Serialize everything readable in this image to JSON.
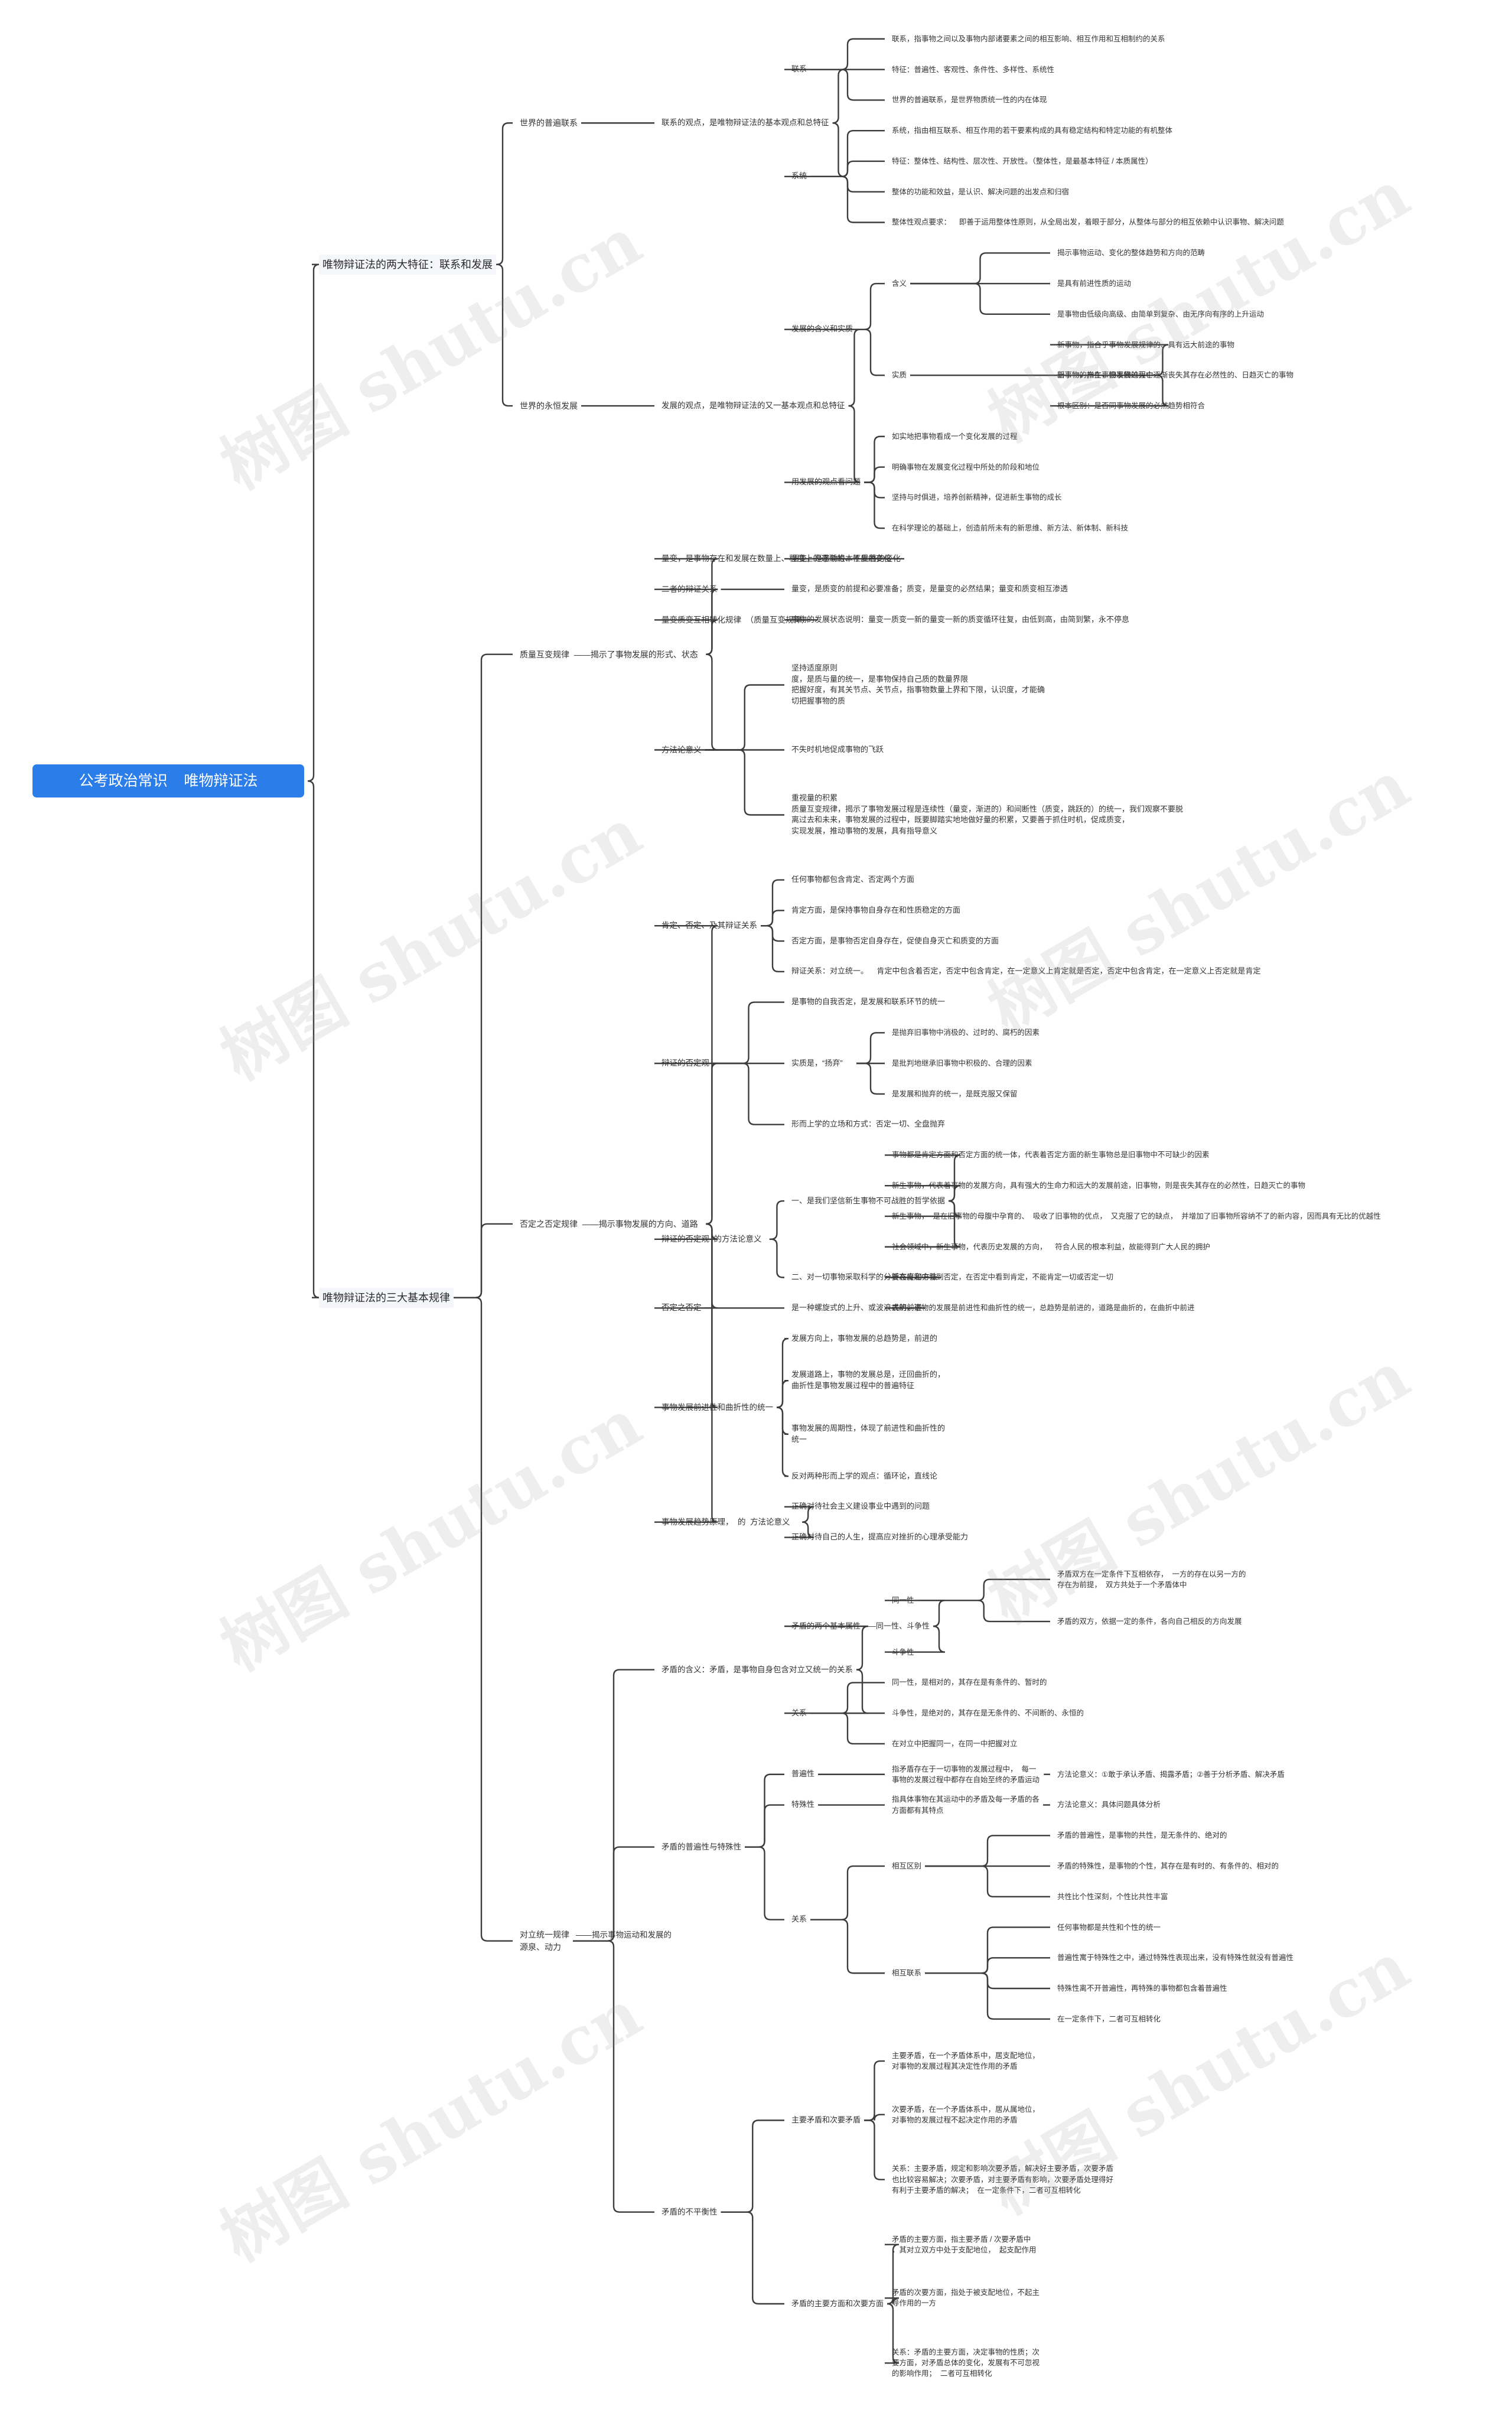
{
  "root": {
    "text": "公考政治常识    唯物辩证法",
    "children": [
      {
        "text": "唯物辩证法的两大特征：联系和发展",
        "children": [
          {
            "text": "世界的普遍联系",
            "children": [
              {
                "text": "联系的观点，是唯物辩证法的基本观点和总特征",
                "children": [
                  {
                    "text": "联系",
                    "children": [
                      {
                        "text": "联系，指事物之间以及事物内部诸要素之间的相互影响、相互作用和互相制约的关系"
                      },
                      {
                        "text": "特征：普遍性、客观性、条件性、多样性、系统性"
                      },
                      {
                        "text": "世界的普遍联系，是世界物质统一性的内在体现"
                      }
                    ]
                  },
                  {
                    "text": "系统",
                    "children": [
                      {
                        "text": "系统，指由相互联系、相互作用的若干要素构成的具有稳定结构和特定功能的有机整体"
                      },
                      {
                        "text": "特征：整体性、结构性、层次性、开放性。（整体性，是最基本特征 / 本质属性）"
                      },
                      {
                        "text": "整体的功能和效益，是认识、解决问题的出发点和归宿"
                      },
                      {
                        "text": "整体性观点要求：    即善于运用整体性原则，从全局出发，着眼于部分，从整体与部分的相互依赖中认识事物、解决问题"
                      }
                    ]
                  }
                ]
              }
            ]
          },
          {
            "text": "世界的永恒发展",
            "children": [
              {
                "text": "发展的观点，是唯物辩证法的又一基本观点和总特征",
                "children": [
                  {
                    "text": "发展的含义和实质",
                    "children": [
                      {
                        "text": "含义",
                        "children": [
                          {
                            "text": "揭示事物运动、变化的整体趋势和方向的范畴"
                          },
                          {
                            "text": "是具有前进性质的运动"
                          },
                          {
                            "text": "是事物由低级向高级、由简单到复杂、由无序向有序的上升运动"
                          }
                        ]
                      },
                      {
                        "text": "实质",
                        "children": [
                          {
                            "text": "新事物的产生，旧事物的灭亡",
                            "children": [
                              {
                                "text": "新事物，指合乎事物发展规律的、具有远大前途的事物"
                              },
                              {
                                "text": "旧事物，指在事物发展过程中逐渐丧失其存在必然性的、日趋灭亡的事物"
                              },
                              {
                                "text": "根本区别：是否同事物发展的必然趋势相符合"
                              }
                            ]
                          }
                        ]
                      }
                    ]
                  },
                  {
                    "text": "用发展的观点看问题",
                    "children": [
                      {
                        "text": "如实地把事物看成一个变化发展的过程"
                      },
                      {
                        "text": "明确事物在发展变化过程中所处的阶段和地位"
                      },
                      {
                        "text": "坚持与时俱进，培养创新精神，促进新生事物的成长"
                      },
                      {
                        "text": "在科学理论的基础上，创造前所未有的新思维、新方法、新体制、新科技"
                      }
                    ]
                  }
                ]
              }
            ]
          }
        ]
      },
      {
        "text": "唯物辩证法的三大基本规律",
        "children": [
          {
            "text": "质量互变规律  ——揭示了事物发展的形式、状态",
            "children": [
              {
                "text": "量变，是事物存在和发展在数量上、程度上的逐渐的、不显著的变化",
                "children": [
                  {
                    "text": "质变，是事物根本性质的变化"
                  }
                ]
              },
              {
                "text": "二者的辩证关系",
                "children": [
                  {
                    "text": "量变，是质变的前提和必要准备；质变，是量变的必然结果；量变和质变相互渗透"
                  }
                ]
              },
              {
                "text": "量变质变互相转化规律  （质量互变规律）",
                "children": [
                  {
                    "text": "事物的发展状态说明：量变一质变一新的量变一新的质变循环往复，由低到高，由简到繁，永不停息"
                  }
                ]
              },
              {
                "text": "方法论意义",
                "children": [
                  {
                    "text": "坚持适度原则\n度，是质与量的统一，是事物保持自己质的数量界限\n把握好度，有其关节点、关节点，指事物数量上界和下限，认识度，才能确\n切把握事物的质"
                  },
                  {
                    "text": "不失时机地促成事物的飞跃"
                  },
                  {
                    "text": "重视量的积累\n质量互变规律，揭示了事物发展过程是连续性（量变，渐进的）和间断性（质变，跳跃的）的统一，我们观察不要脱\n离过去和未来，事物发展的过程中，既要脚踏实地地做好量的积累，又要善于抓住时机，促成质变，\n实现发展，推动事物的发展，具有指导意义"
                  }
                ]
              }
            ]
          },
          {
            "text": "否定之否定规律  ——揭示事物发展的方向、道路",
            "children": [
              {
                "text": "肯定、否定、及其辩证关系",
                "children": [
                  {
                    "text": "任何事物都包含肯定、否定两个方面"
                  },
                  {
                    "text": "肯定方面，是保持事物自身存在和性质稳定的方面"
                  },
                  {
                    "text": "否定方面，是事物否定自身存在，促使自身灭亡和质变的方面"
                  },
                  {
                    "text": "辩证关系：对立统一。    肯定中包含着否定，否定中包含肯定，在一定意义上肯定就是否定，否定中包含肯定，在一定意义上否定就是肯定"
                  }
                ]
              },
              {
                "text": "辩证的否定观",
                "children": [
                  {
                    "text": "是事物的自我否定，是发展和联系环节的统一"
                  },
                  {
                    "text": "实质是，“扬弃”",
                    "children": [
                      {
                        "text": "是抛弃旧事物中消极的、过时的、腐朽的因素"
                      },
                      {
                        "text": "是批判地继承旧事物中积极的、合理的因素"
                      },
                      {
                        "text": "是发展和抛弃的统一，是既克服又保留"
                      }
                    ]
                  },
                  {
                    "text": "形而上学的立场和方式：否定一切、全盘抛弃"
                  }
                ]
              },
              {
                "text": "辩证的否定观  的方法论意义",
                "children": [
                  {
                    "text": "一、是我们坚信新生事物不可战胜的哲学依据",
                    "children": [
                      {
                        "text": "事物都是肯定方面和否定方面的统一体，代表着否定方面的新生事物总是旧事物中不可缺少的因素"
                      },
                      {
                        "text": "新生事物，代表着事物的发展方向，具有强大的生命力和远大的发展前途，旧事物，则是丧失其存在的必然性，日趋灭亡的事物"
                      },
                      {
                        "text": "新生事物，  是在旧事物的母腹中孕育的、  吸收了旧事物的优点，  又克服了它的缺点，  并增加了旧事物所容纳不了的新内容，因而具有无比的优越性"
                      },
                      {
                        "text": "社会领域中，新生事物，代表历史发展的方向，    符合人民的根本利益，故能得到广大人民的拥护"
                      }
                    ]
                  },
                  {
                    "text": "二、对一切事物采取科学的分析态度和方法",
                    "children": [
                      {
                        "text": "要在肯定中看到否定，在否定中看到肯定，不能肯定一切或否定一切"
                      }
                    ]
                  }
                ]
              },
              {
                "text": "否定之否定",
                "children": [
                  {
                    "text": "是一种螺旋式的上升、或波浪式的前进",
                    "children": [
                      {
                        "text": "表明，事物的发展是前进性和曲折性的统一，总趋势是前进的，道路是曲折的，在曲折中前进"
                      }
                    ]
                  }
                ]
              },
              {
                "text": "事物发展前进性和曲折性的统一",
                "children": [
                  {
                    "text": "发展方向上，事物发展的总趋势是，前进的"
                  },
                  {
                    "text": "发展道路上，事物的发展总是，迂回曲折的，\n曲折性是事物发展过程中的普遍特征"
                  },
                  {
                    "text": "事物发展的周期性，体现了前进性和曲折性的\n统一"
                  },
                  {
                    "text": "反对两种形而上学的观点：循环论，直线论"
                  }
                ]
              },
              {
                "text": "事物发展趋势原理，  的  方法论意义",
                "children": [
                  {
                    "text": "正确对待社会主义建设事业中遇到的问题"
                  },
                  {
                    "text": "正确对待自己的人生，提高应对挫折的心理承受能力"
                  }
                ]
              }
            ]
          },
          {
            "text": "对立统一规律\n源泉、动力",
            "extra": "——揭示事物运动和发展的",
            "children": [
              {
                "text": "矛盾的含义：矛盾，是事物自身包含对立又统一的关系",
                "children": [
                  {
                    "text": "矛盾的两个基本属性——同一性、斗争性",
                    "children": [
                      {
                        "text": "同一性",
                        "children": [
                          {
                            "text": "矛盾双方在一定条件下互相依存，  一方的存在以另一方的\n存在为前提，  双方共处于一个矛盾体中"
                          },
                          {
                            "text": "矛盾的双方，依据一定的条件，各向自己相反的方向发展"
                          }
                        ]
                      },
                      {
                        "text": "斗争性"
                      }
                    ]
                  },
                  {
                    "text": "关系",
                    "children": [
                      {
                        "text": "同一性，是相对的，其存在是有条件的、暂时的"
                      },
                      {
                        "text": "斗争性，是绝对的，其存在是无条件的、不间断的、永恒的"
                      },
                      {
                        "text": "在对立中把握同一，在同一中把握对立"
                      }
                    ]
                  }
                ]
              },
              {
                "text": "矛盾的普遍性与特殊性",
                "children": [
                  {
                    "text": "普遍性",
                    "children": [
                      {
                        "text": "指矛盾存在于一切事物的发展过程中，  每一\n事物的发展过程中都存在自始至终的矛盾运动",
                        "children": [
                          {
                            "text": "方法论意义：①敢于承认矛盾、揭露矛盾；②善于分析矛盾、解决矛盾"
                          }
                        ]
                      }
                    ]
                  },
                  {
                    "text": "特殊性",
                    "children": [
                      {
                        "text": "指具体事物在其运动中的矛盾及每一矛盾的各\n方面都有其特点",
                        "children": [
                          {
                            "text": "方法论意义：具体问题具体分析"
                          }
                        ]
                      }
                    ]
                  },
                  {
                    "text": "关系",
                    "children": [
                      {
                        "text": "相互区别",
                        "children": [
                          {
                            "text": "矛盾的普遍性，是事物的共性，是无条件的、绝对的"
                          },
                          {
                            "text": "矛盾的特殊性，是事物的个性，其存在是有时的、有条件的、相对的"
                          },
                          {
                            "text": "共性比个性深刻，个性比共性丰富"
                          }
                        ]
                      },
                      {
                        "text": "相互联系",
                        "children": [
                          {
                            "text": "任何事物都是共性和个性的统一"
                          },
                          {
                            "text": "普遍性寓于特殊性之中，通过特殊性表现出来，没有特殊性就没有普遍性"
                          },
                          {
                            "text": "特殊性离不开普遍性，再特殊的事物都包含着普遍性"
                          },
                          {
                            "text": "在一定条件下，二者可互相转化"
                          }
                        ]
                      }
                    ]
                  }
                ]
              },
              {
                "text": "矛盾的不平衡性",
                "children": [
                  {
                    "text": "主要矛盾和次要矛盾",
                    "children": [
                      {
                        "text": "主要矛盾，在一个矛盾体系中，居支配地位，\n对事物的发展过程其决定性作用的矛盾"
                      },
                      {
                        "text": "次要矛盾，在一个矛盾体系中，居从属地位，\n对事物的发展过程不起决定作用的矛盾"
                      },
                      {
                        "text": "关系：主要矛盾，规定和影响次要矛盾，解决好主要矛盾，次要矛盾\n也比较容易解决；次要矛盾，对主要矛盾有影响，次要矛盾处理得好\n有利于主要矛盾的解决；  在一定条件下，二者可互相转化"
                      }
                    ]
                  },
                  {
                    "text": "矛盾的主要方面和次要方面",
                    "children": [
                      {
                        "text": "矛盾的主要方面，指主要矛盾 / 次要矛盾中\n，其对立双方中处于支配地位，  起支配作用"
                      },
                      {
                        "text": "矛盾的次要方面，指处于被支配地位，不起主\n导作用的一方"
                      },
                      {
                        "text": "关系：矛盾的主要方面，决定事物的性质；次\n要方面，对矛盾总体的变化，发展有不可忽视\n的影响作用；  二者可互相转化"
                      }
                    ]
                  }
                ]
              }
            ]
          }
        ]
      }
    ]
  },
  "watermark": {
    "text": "树图 shutu.cn"
  },
  "colors": {
    "root": "#2b7de9",
    "line": "#3c3c3c",
    "text": "#333333"
  }
}
